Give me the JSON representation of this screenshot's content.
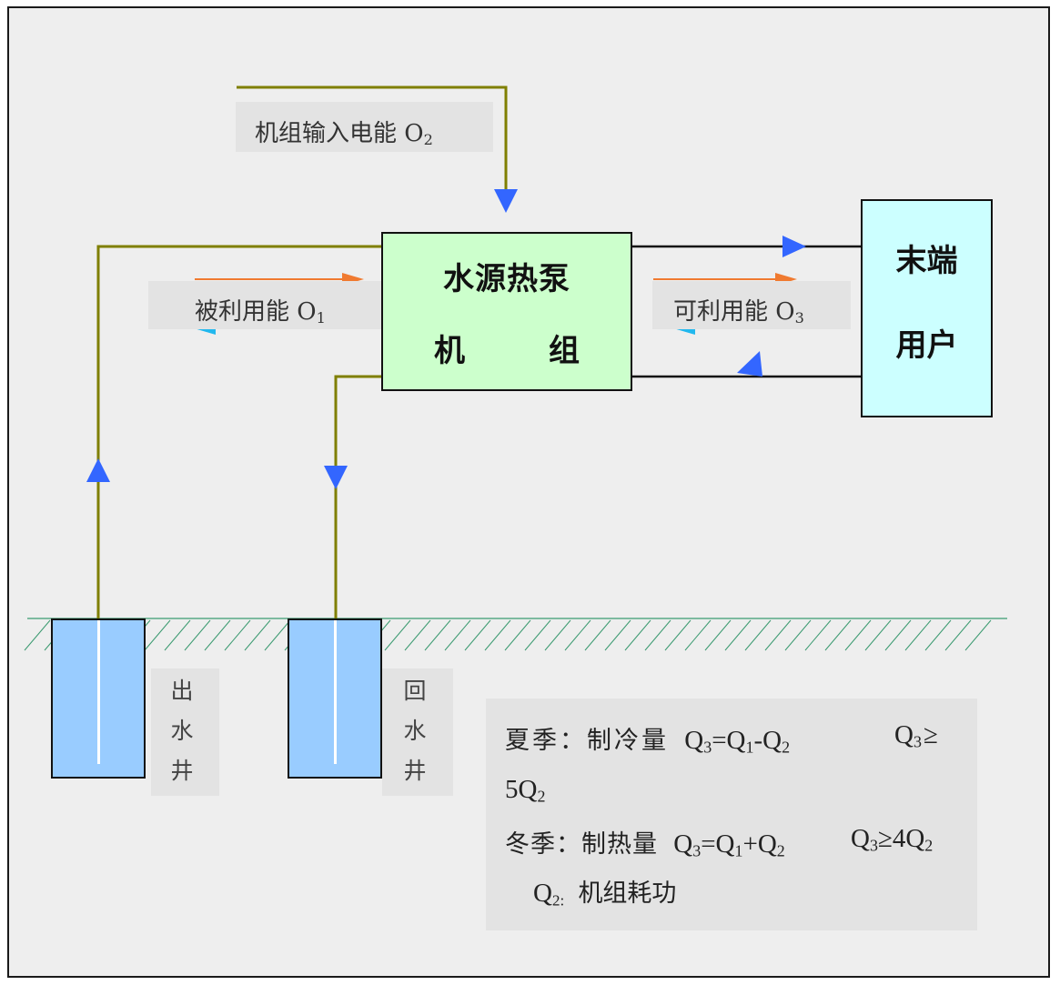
{
  "labels": {
    "input_power_prefix": "机组输入电能 O",
    "input_power_sub": "2",
    "used_energy_prefix": "被利用能 O",
    "used_energy_sub": "1",
    "usable_energy_prefix": "可利用能 O",
    "usable_energy_sub": "3"
  },
  "heat_pump": {
    "line1": "水源热泵",
    "line2a": "机",
    "line2b": "组"
  },
  "terminal": {
    "line1": "末端",
    "line2": "用户"
  },
  "wells": {
    "outlet": [
      "出",
      "水",
      "井"
    ],
    "return": [
      "回",
      "水",
      "井"
    ]
  },
  "notes": {
    "summer_label": "夏季：制冷量",
    "summer_eq_a": "Q",
    "summer_eq_a_sub": "3",
    "summer_eq_b": "=Q",
    "summer_eq_b_sub": "1",
    "summer_eq_c": "-Q",
    "summer_eq_c_sub": "2",
    "summer_cond_a": "Q",
    "summer_cond_a_sub": "3",
    "summer_cond_b": "≥",
    "summer_cond_c": "5Q",
    "summer_cond_c_sub": "2",
    "winter_label": "冬季：制热量",
    "winter_eq_a": "Q",
    "winter_eq_a_sub": "3",
    "winter_eq_b": "=Q",
    "winter_eq_b_sub": "1",
    "winter_eq_c": "+Q",
    "winter_eq_c_sub": "2",
    "winter_cond_a": "Q",
    "winter_cond_a_sub": "3",
    "winter_cond_b": "≥4Q",
    "winter_cond_b_sub": "2",
    "q2_a": "Q",
    "q2_sub": "2:",
    "q2_desc": "机组耗功"
  },
  "colors": {
    "pipe": "#7f7f00",
    "arrow_blue": "#3366ff",
    "arrow_orange": "#f07a30",
    "arrow_cyan": "#22b8ee",
    "hatch": "#3a9a70",
    "heat_pump_fill": "#ccffcc",
    "terminal_fill": "#ccffff",
    "well_fill": "#99ccff"
  }
}
